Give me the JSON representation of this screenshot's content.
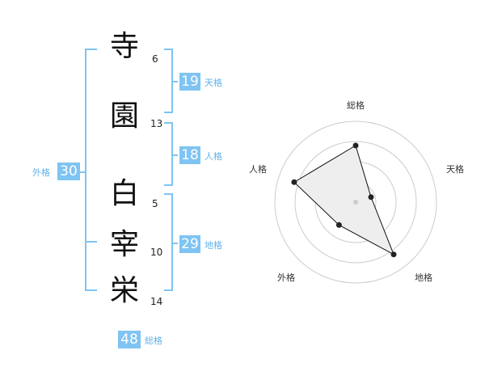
{
  "name": {
    "characters": [
      {
        "char": "寺",
        "strokes": "6"
      },
      {
        "char": "園",
        "strokes": "13"
      },
      {
        "char": "白",
        "strokes": "5"
      },
      {
        "char": "宰",
        "strokes": "10"
      },
      {
        "char": "栄",
        "strokes": "14"
      }
    ]
  },
  "kaku": {
    "tenkaku": {
      "value": "19",
      "label": "天格"
    },
    "jinkaku": {
      "value": "18",
      "label": "人格"
    },
    "chikaku": {
      "value": "29",
      "label": "地格"
    },
    "gaikaku": {
      "value": "30",
      "label": "外格"
    },
    "soukaku": {
      "value": "48",
      "label": "総格"
    }
  },
  "colors": {
    "accent": "#7fc4f2",
    "accent_text": "#5fb3ea",
    "bracket": "#7fc4f2",
    "radar_fill": "#eeeeee",
    "radar_ring": "#cccccc"
  },
  "chart_data": {
    "type": "radar",
    "axes": [
      "総格",
      "天格",
      "地格",
      "外格",
      "人格"
    ],
    "levels": 4,
    "range": [
      0,
      1
    ],
    "values": [
      0.7,
      0.2,
      0.8,
      0.35,
      0.8
    ],
    "grid": true
  }
}
